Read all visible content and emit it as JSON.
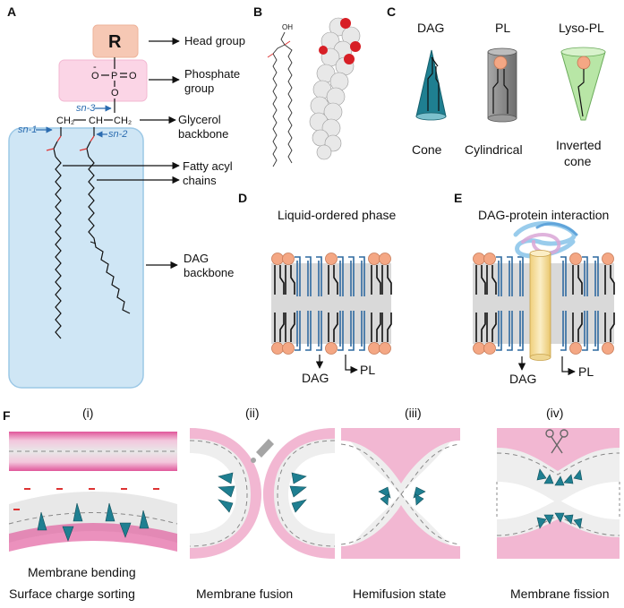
{
  "panelA": {
    "letter": "A",
    "head_symbol": "R",
    "head_label": "Head group",
    "phosphate_label_line1": "Phosphate",
    "phosphate_label_line2": "group",
    "glycerol_label_line1": "Glycerol",
    "glycerol_label_line2": "backbone",
    "fatty_label_line1": "Fatty acyl",
    "fatty_label_line2": "chains",
    "dag_label_line1": "DAG",
    "dag_label_line2": "backbone",
    "sn1": "sn-1",
    "sn2": "sn-2",
    "sn3": "sn-3",
    "atom_P": "P",
    "atom_O": "O",
    "minus": "-",
    "ch2_left": "CH₂",
    "ch_mid": "CH",
    "ch2_right": "CH₂"
  },
  "panelB": {
    "letter": "B",
    "atom_OH": "OH"
  },
  "panelC": {
    "letter": "C",
    "dag_title": "DAG",
    "pl_title": "PL",
    "lyso_title": "Lyso-PL",
    "cone_label": "Cone",
    "cyl_label": "Cylindrical",
    "inv_line1": "Inverted",
    "inv_line2": "cone"
  },
  "panelD": {
    "letter": "D",
    "title": "Liquid-ordered phase",
    "dag_tag": "DAG",
    "pl_tag": "PL"
  },
  "panelE": {
    "letter": "E",
    "title": "DAG-protein interaction",
    "dag_tag": "DAG",
    "pl_tag": "PL"
  },
  "panelF": {
    "letter": "F",
    "i": "(i)",
    "ii": "(ii)",
    "iii": "(iii)",
    "iv": "(iv)",
    "cap_bending": "Membrane bending",
    "cap_sorting": "Surface charge sorting",
    "cap_fusion": "Membrane fusion",
    "cap_hemifusion": "Hemifusion state",
    "cap_fission": "Membrane fission"
  },
  "colors": {
    "cone_teal": "#1f7f91",
    "head_orange": "#f4a784",
    "membrane_pink": "#e0569a",
    "membrane_grey": "#d8d8d8",
    "dag_box_blue": "#cfe6f5",
    "lyso_green": "#b8e6a6",
    "protein_yellow": "#f7e3a8",
    "tail_blue": "#2f6aa0"
  }
}
